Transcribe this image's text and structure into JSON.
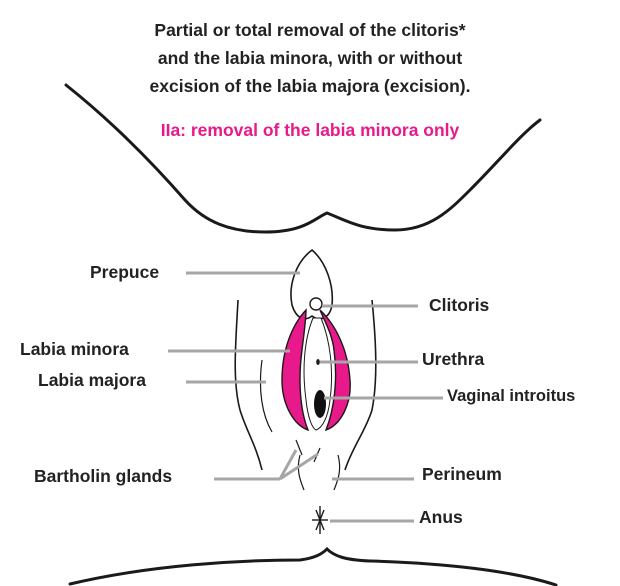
{
  "header": {
    "title_lines": [
      "Partial or total removal of the clitoris*",
      "and the labia minora, with or without",
      "excision of the labia majora (excision)."
    ],
    "subtitle": "IIa: removal of the labia minora only"
  },
  "labels": {
    "prepuce": "Prepuce",
    "clitoris": "Clitoris",
    "labia_minora": "Labia minora",
    "urethra": "Urethra",
    "labia_majora": "Labia majora",
    "vaginal_introitus": "Vaginal introitus",
    "bartholin_glands": "Bartholin glands",
    "perineum": "Perineum",
    "anus": "Anus"
  },
  "colors": {
    "highlight": "#e8198b",
    "leader_line": "#a6a6a6",
    "outline": "#1a1a1a",
    "text": "#222222"
  }
}
